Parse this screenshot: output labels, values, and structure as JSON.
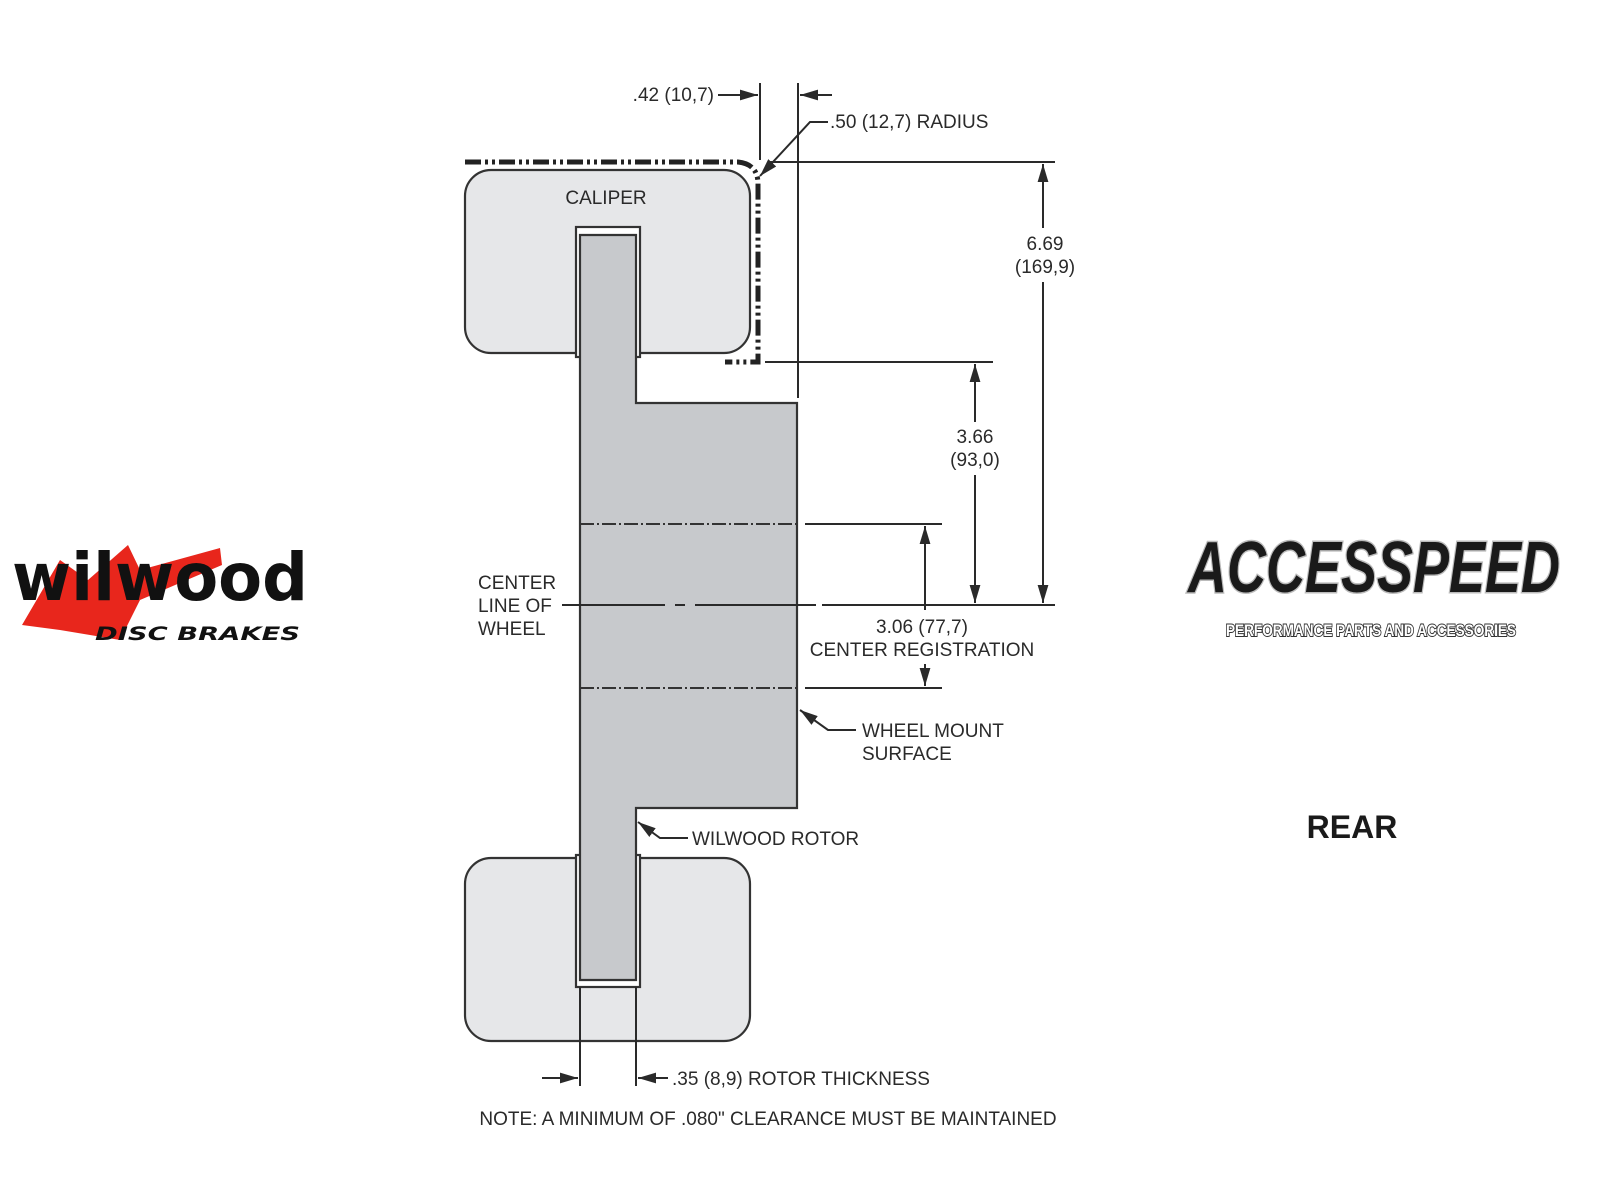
{
  "labels": {
    "caliper": "CALIPER",
    "offset_dim": ".42 (10,7)",
    "radius_dim": ".50 (12,7) RADIUS",
    "overall_dim_in": "6.69",
    "overall_dim_mm": "(169,9)",
    "upper_dim_in": "3.66",
    "upper_dim_mm": "(93,0)",
    "center_reg_dim": "3.06 (77,7)",
    "center_reg_label": "CENTER REGISTRATION",
    "centerline_1": "CENTER",
    "centerline_2": "LINE OF",
    "centerline_3": "WHEEL",
    "wheel_mount_1": "WHEEL MOUNT",
    "wheel_mount_2": "SURFACE",
    "rotor": "WILWOOD ROTOR",
    "rotor_thickness": ".35 (8,9) ROTOR THICKNESS",
    "note": "NOTE: A MINIMUM OF .080\" CLEARANCE MUST BE MAINTAINED",
    "position": "REAR"
  },
  "logos": {
    "wilwood_main": "wilwood",
    "wilwood_sub": "DISC BRAKES",
    "accesspeed_main": "ACCESSPEED",
    "accesspeed_sub": "PERFORMANCE PARTS AND ACCESSORIES"
  },
  "colors": {
    "caliper_fill": "#e6e7e9",
    "rotor_fill": "#c7c9cc",
    "wilwood_red": "#e8261c",
    "ink": "#2a2a2a"
  }
}
